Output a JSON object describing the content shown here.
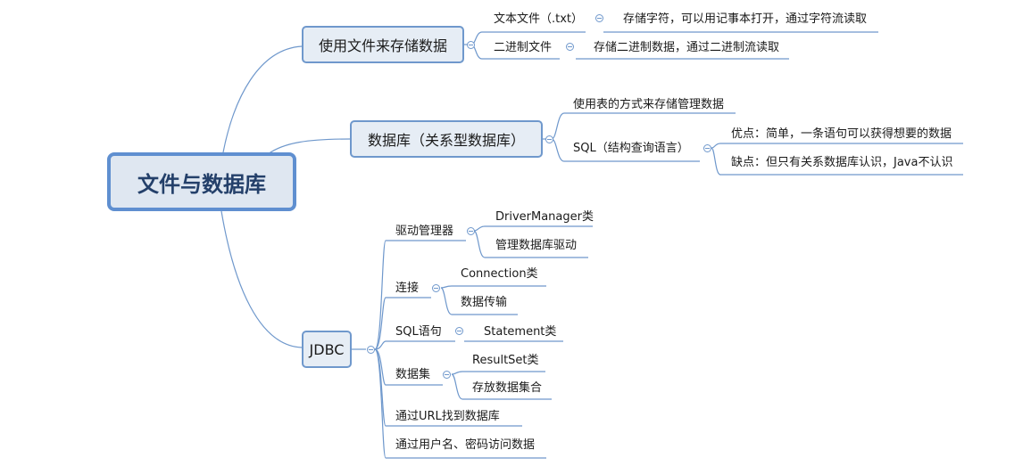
{
  "root": {
    "label": "文件与数据库"
  },
  "branches": [
    {
      "label": "使用文件来存储数据",
      "children": [
        {
          "label": "文本文件（.txt）",
          "detail": "存储字符，可以用记事本打开，通过字符流读取"
        },
        {
          "label": "二进制文件",
          "detail": "存储二进制数据，通过二进制流读取"
        }
      ]
    },
    {
      "label": "数据库（关系型数据库）",
      "children": [
        {
          "label": "使用表的方式来存储管理数据"
        },
        {
          "label": "SQL（结构查询语言）",
          "children": [
            {
              "label": "优点：简单，一条语句可以获得想要的数据"
            },
            {
              "label": "缺点：但只有关系数据库认识，Java不认识"
            }
          ]
        }
      ]
    },
    {
      "label": "JDBC",
      "children": [
        {
          "label": "驱动管理器",
          "children": [
            {
              "label": "DriverManager类"
            },
            {
              "label": "管理数据库驱动"
            }
          ]
        },
        {
          "label": "连接",
          "children": [
            {
              "label": "Connection类"
            },
            {
              "label": "数据传输"
            }
          ]
        },
        {
          "label": "SQL语句",
          "children": [
            {
              "label": "Statement类"
            }
          ]
        },
        {
          "label": "数据集",
          "children": [
            {
              "label": "ResultSet类"
            },
            {
              "label": "存放数据集合"
            }
          ]
        },
        {
          "label": "通过URL找到数据库"
        },
        {
          "label": "通过用户名、密码访问数据"
        }
      ]
    }
  ]
}
